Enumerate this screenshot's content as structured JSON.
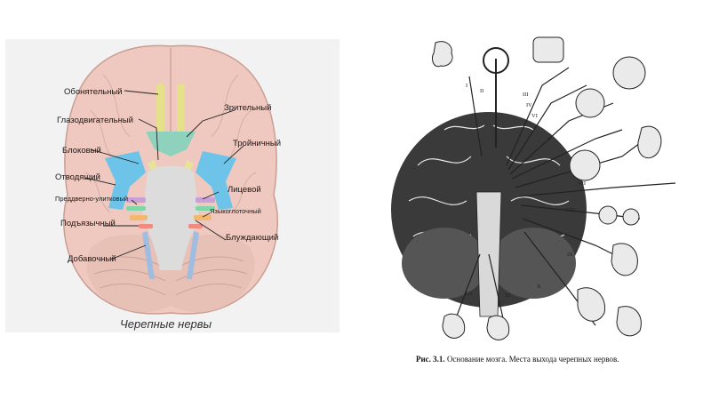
{
  "left_diagram": {
    "caption": "Черепные нервы",
    "labels": {
      "olfactory": "Обонятельный",
      "optic": "Зрительный",
      "oculomotor": "Глазодвигательный",
      "trigeminal": "Тройничный",
      "trochlear": "Блоковый",
      "abducens": "Отводящий",
      "facial": "Лицевой",
      "vestibulocochlear": "Преддверно-улитковый",
      "glossopharyngeal": "Языкоглоточный",
      "hypoglossal": "Подъязычный",
      "vagus": "Блуждающий",
      "accessory": "Добавочный"
    },
    "colors": {
      "brain": "#efc8bf",
      "brain_outline": "#c99d92",
      "cerebellum": "#e7c0b6",
      "olfactory": "#e6e08a",
      "optic": "#8ed1bd",
      "oculomotor": "#e8e39a",
      "trigeminal": "#6ec3e8",
      "brainstem": "#dcdcdc",
      "facial": "#c9a0d8",
      "glossopharyngeal": "#f2b86e",
      "hypoglossal": "#f28b7d",
      "accessory": "#9fbde0",
      "vestibulocochlear": "#7fd6a8"
    }
  },
  "right_diagram": {
    "caption_bold": "Рис. 3.1.",
    "caption_text": "Основание мозга. Места выхода черепных нервов.",
    "nerve_numerals": [
      "I",
      "II",
      "III",
      "IV",
      "VI",
      "V",
      "VII",
      "VIII",
      "IX",
      "X",
      "XI",
      "XII"
    ]
  }
}
